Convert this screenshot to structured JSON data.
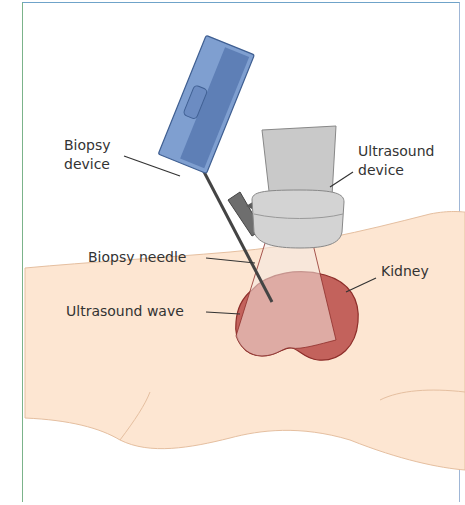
{
  "diagram": {
    "labels": [
      "Biopsy device",
      "Ultrasound device",
      "Biopsy needle",
      "Kidney",
      "Ultrasound wave"
    ]
  }
}
